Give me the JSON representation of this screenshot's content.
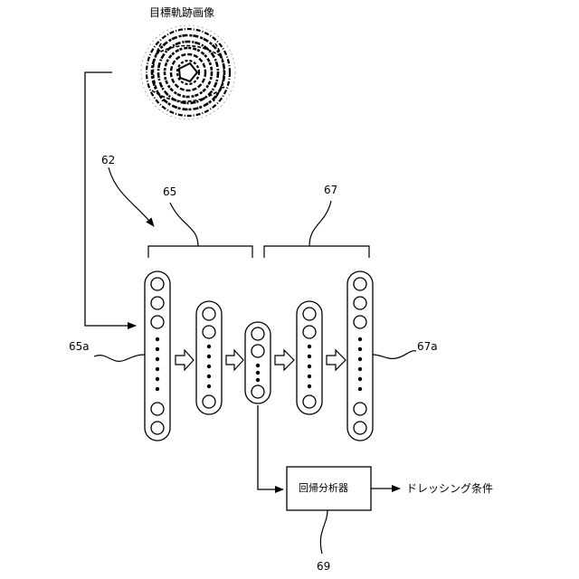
{
  "image_title": "目標軌跡画像",
  "labels": {
    "network": "62",
    "encoder": "65",
    "decoder": "67",
    "input_layer": "65a",
    "output_layer": "67a",
    "analyzer_ref": "69"
  },
  "analyzer_box": "回帰分析器",
  "output_text": "ドレッシング条件"
}
